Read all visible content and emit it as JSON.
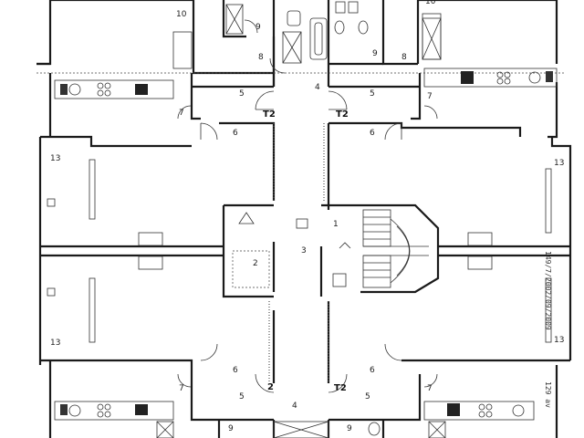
{
  "rooms": [
    {
      "id": "r10",
      "text": "10"
    },
    {
      "id": "r9a",
      "text": "9"
    },
    {
      "id": "r8a",
      "text": "8"
    },
    {
      "id": "r9b",
      "text": "9"
    },
    {
      "id": "r8b",
      "text": "8"
    },
    {
      "id": "r4a",
      "text": "4"
    },
    {
      "id": "r5a",
      "text": "5"
    },
    {
      "id": "r5b",
      "text": "5"
    },
    {
      "id": "r7a",
      "text": "7"
    },
    {
      "id": "r7b",
      "text": "7"
    },
    {
      "id": "r6a",
      "text": "6"
    },
    {
      "id": "r6b",
      "text": "6"
    },
    {
      "id": "t2a",
      "text": "T2"
    },
    {
      "id": "t2b",
      "text": "T2"
    },
    {
      "id": "r13a",
      "text": "13"
    },
    {
      "id": "r13b",
      "text": "13"
    },
    {
      "id": "r13c",
      "text": "13"
    },
    {
      "id": "r13d",
      "text": "13"
    },
    {
      "id": "r1",
      "text": "1"
    },
    {
      "id": "r2",
      "text": "2"
    },
    {
      "id": "r3",
      "text": "3"
    },
    {
      "id": "r6c",
      "text": "6"
    },
    {
      "id": "r6d",
      "text": "6"
    },
    {
      "id": "r7c",
      "text": "7"
    },
    {
      "id": "r7d",
      "text": "7"
    },
    {
      "id": "r5c",
      "text": "5"
    },
    {
      "id": "r5d",
      "text": "5"
    },
    {
      "id": "t2c",
      "text": "T2"
    },
    {
      "id": "t2d",
      "text": "2"
    },
    {
      "id": "r4b",
      "text": "4"
    },
    {
      "id": "r9c",
      "text": "9"
    },
    {
      "id": "r9d",
      "text": "9"
    },
    {
      "id": "r10b",
      "text": "10"
    }
  ],
  "margin_text": {
    "stamp_right": "149/7/2002/09/2009",
    "stamp_right_low": "129 av"
  }
}
